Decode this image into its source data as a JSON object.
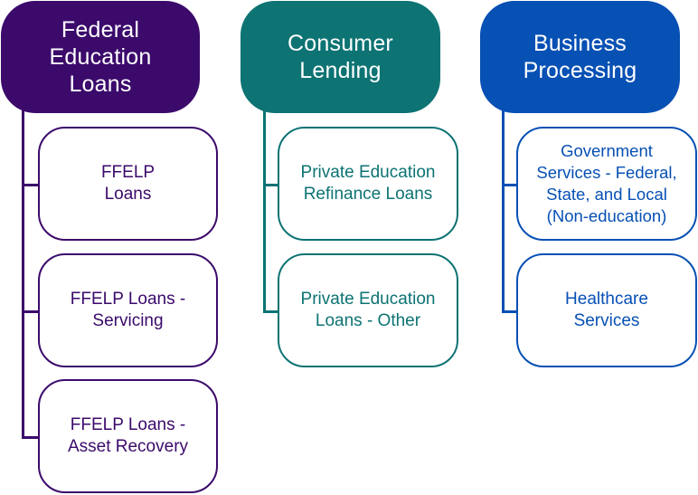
{
  "diagram": {
    "type": "org-chart",
    "colors": {
      "federal": "#3b0a6b",
      "consumer": "#0d7373",
      "business": "#0750b4"
    },
    "columns": [
      {
        "title": "Federal\nEducation\nLoans",
        "items": [
          "FFELP\nLoans",
          "FFELP Loans -\nServicing",
          "FFELP Loans -\nAsset Recovery"
        ]
      },
      {
        "title": "Consumer\nLending",
        "items": [
          "Private Education\nRefinance Loans",
          "Private Education\nLoans - Other"
        ]
      },
      {
        "title": "Business\nProcessing",
        "items": [
          "Government\nServices - Federal,\nState, and Local\n(Non-education)",
          "Healthcare\nServices"
        ]
      }
    ]
  }
}
